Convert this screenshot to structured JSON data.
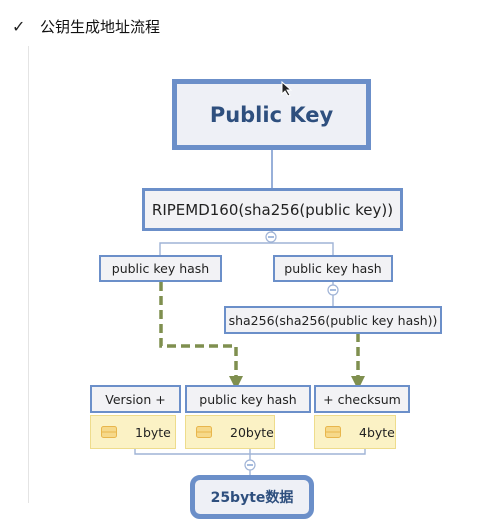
{
  "header": {
    "check": "✓",
    "title": "公钥生成地址流程"
  },
  "diagram": {
    "public_key": "Public Key",
    "ripemd": "RIPEMD160(sha256(public key))",
    "hash_left": "public key hash",
    "hash_right": "public key hash",
    "sha256": "sha256(sha256(public key hash))",
    "version": "Version +",
    "hash_mid": "public key hash",
    "checksum": "+ checksum",
    "chip_version": "1byte",
    "chip_hash": "20byte",
    "chip_checksum": "4byte",
    "data": "25byte数据"
  },
  "colors": {
    "node_border": "#6b8fc9",
    "node_fill": "#f2f2f5",
    "title_text": "#2e4f7e",
    "arrow": "#7f8f4f",
    "chip_fill": "#fbf2c5",
    "chip_icon": "#e8b64c"
  }
}
